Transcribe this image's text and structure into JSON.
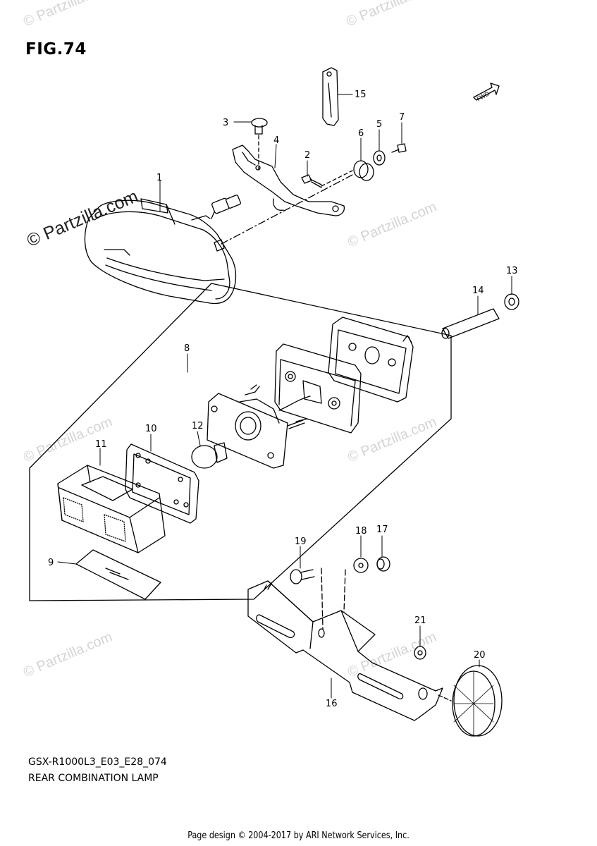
{
  "figure": {
    "title": "FIG.74",
    "model_code": "GSX-R1000L3_E03_E28_074",
    "diagram_name": "REAR COMBINATION LAMP",
    "fwd_label": "FWD"
  },
  "watermark": {
    "main": "© Partzilla.com",
    "faint": "© Partzilla.com"
  },
  "credit": "Page design © 2004-2017 by ARI Network Services, Inc.",
  "callouts": [
    "1",
    "2",
    "3",
    "4",
    "5",
    "6",
    "7",
    "8",
    "9",
    "10",
    "11",
    "12",
    "13",
    "14",
    "15",
    "16",
    "17",
    "18",
    "19",
    "20",
    "21"
  ]
}
